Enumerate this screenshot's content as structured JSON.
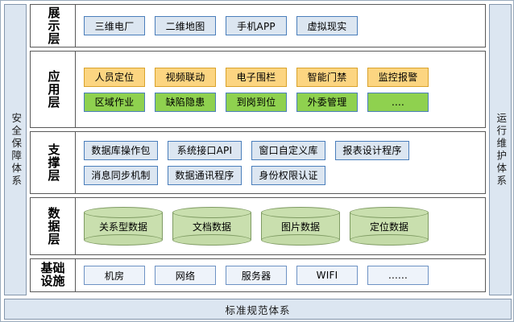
{
  "bands": {
    "left": "安全保障体系",
    "right": "运行维护体系",
    "bottom": "标准规范体系"
  },
  "colors": {
    "band_fill": "#dce6f1",
    "band_border": "#8496ab",
    "blue_fill": "#dce6f1",
    "blue_border": "#4a7ebb",
    "plain_fill": "#eef3fa",
    "orange_fill": "#fcd581",
    "orange_border": "#d9a22b",
    "green_fill": "#8fd14f",
    "cylinder_fill": "#c9dfae",
    "cylinder_border": "#7f9b63"
  },
  "layers": [
    {
      "key": "presentation",
      "title": "展示层",
      "rows": [
        {
          "style": "blue",
          "items": [
            "三维电厂",
            "二维地图",
            "手机APP",
            "虚拟现实"
          ]
        }
      ]
    },
    {
      "key": "application",
      "title": "应用层",
      "rows": [
        {
          "style": "orange",
          "items": [
            "人员定位",
            "视频联动",
            "电子围栏",
            "智能门禁",
            "监控报警"
          ]
        },
        {
          "style": "green",
          "items": [
            "区域作业",
            "缺陷隐患",
            "到岗到位",
            "外委管理",
            "...."
          ]
        }
      ]
    },
    {
      "key": "support",
      "title": "支撑层",
      "rows": [
        {
          "style": "blue",
          "items": [
            "数据库操作包",
            "系统接口API",
            "窗口自定义库",
            "报表设计程序"
          ]
        },
        {
          "style": "blue",
          "items": [
            "消息同步机制",
            "数据通讯程序",
            "身份权限认证"
          ]
        }
      ]
    },
    {
      "key": "data",
      "title": "数据层",
      "rows": [
        {
          "style": "cylinder",
          "items": [
            "关系型数据",
            "文档数据",
            "图片数据",
            "定位数据"
          ]
        }
      ]
    },
    {
      "key": "infrastructure",
      "title": "基础设施",
      "rows": [
        {
          "style": "plain",
          "items": [
            "机房",
            "网络",
            "服务器",
            "WIFI",
            "......"
          ]
        }
      ]
    }
  ]
}
